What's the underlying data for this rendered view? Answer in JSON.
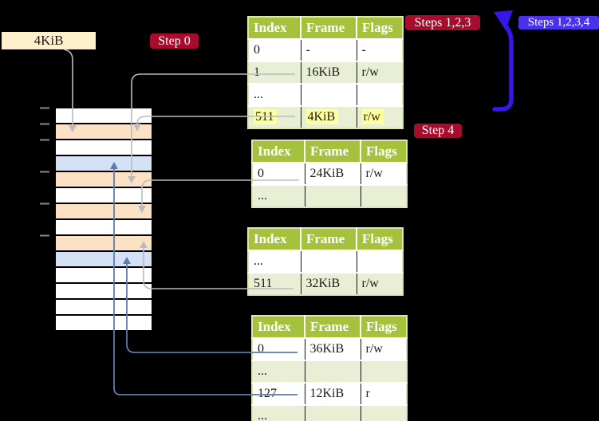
{
  "label_4kib": "4KiB",
  "badges": {
    "step0": "Step 0",
    "steps123": "Steps 1,2,3",
    "steps1234": "Steps 1,2,3,4",
    "step4": "Step 4"
  },
  "page_tables": [
    {
      "name": "page-table-level-top",
      "headers": [
        "Index",
        "Frame",
        "Flags"
      ],
      "rows": [
        [
          "0",
          "-",
          "-"
        ],
        [
          "1",
          "16KiB",
          "r/w"
        ],
        [
          "...",
          "",
          ""
        ],
        [
          "511",
          "4KiB",
          "r/w"
        ]
      ],
      "highlighted_row_index": 3
    },
    {
      "name": "page-table-2",
      "headers": [
        "Index",
        "Frame",
        "Flags"
      ],
      "rows": [
        [
          "0",
          "24KiB",
          "r/w"
        ],
        [
          "...",
          "",
          ""
        ]
      ]
    },
    {
      "name": "page-table-3",
      "headers": [
        "Index",
        "Frame",
        "Flags"
      ],
      "rows": [
        [
          "...",
          "",
          ""
        ],
        [
          "511",
          "32KiB",
          "r/w"
        ]
      ]
    },
    {
      "name": "page-table-4",
      "headers": [
        "Index",
        "Frame",
        "Flags"
      ],
      "rows": [
        [
          "0",
          "36KiB",
          "r/w"
        ],
        [
          "...",
          "",
          ""
        ],
        [
          "127",
          "12KiB",
          "r"
        ],
        [
          "...",
          "",
          ""
        ]
      ]
    }
  ],
  "memory": {
    "row_count": 14,
    "row_size_label": "4KiB",
    "pattern": [
      "white",
      "orange",
      "white",
      "blue",
      "orange",
      "white",
      "orange",
      "white",
      "orange",
      "blue",
      "white",
      "white",
      "white",
      "white"
    ],
    "tick_count": 6
  },
  "colors": {
    "bg": "#000000",
    "beige": "#fdf0cb",
    "badge-red": "#a60d2d",
    "badge-blue": "#4b31e8",
    "big-arrow": "#3418e6",
    "green-header": "#a6c23c",
    "green-row": "#e9efd5",
    "green-border": "#dce6ae",
    "yellow-hl": "#ffff9e",
    "orange-row": "#fce1c4",
    "blue-row": "#d5e2f6",
    "gray-line": "#b9bbc0",
    "blue-line": "#5c7cab",
    "tick": "#8a8a8a",
    "cell-text": "#1a1a1a"
  }
}
